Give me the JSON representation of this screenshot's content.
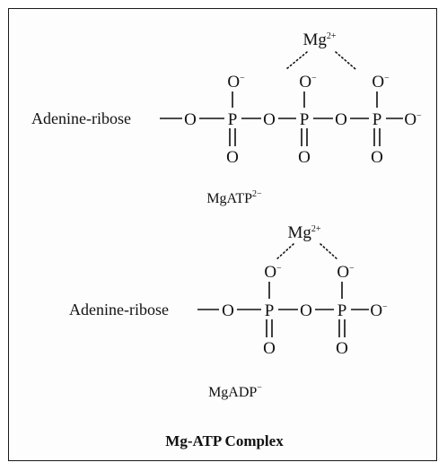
{
  "atp": {
    "adenine_ribose": "Adenine-ribose",
    "oxygen": "O",
    "phosphorus": "P",
    "oxide_charge": "−",
    "magnesium": "Mg",
    "mg_charge": "2+",
    "name": "MgATP",
    "name_charge": "2−"
  },
  "adp": {
    "adenine_ribose": "Adenine-ribose",
    "oxygen": "O",
    "phosphorus": "P",
    "oxide_charge": "−",
    "magnesium": "Mg",
    "mg_charge": "2+",
    "name": "MgADP",
    "name_charge": "−"
  },
  "caption": "Mg-ATP Complex"
}
